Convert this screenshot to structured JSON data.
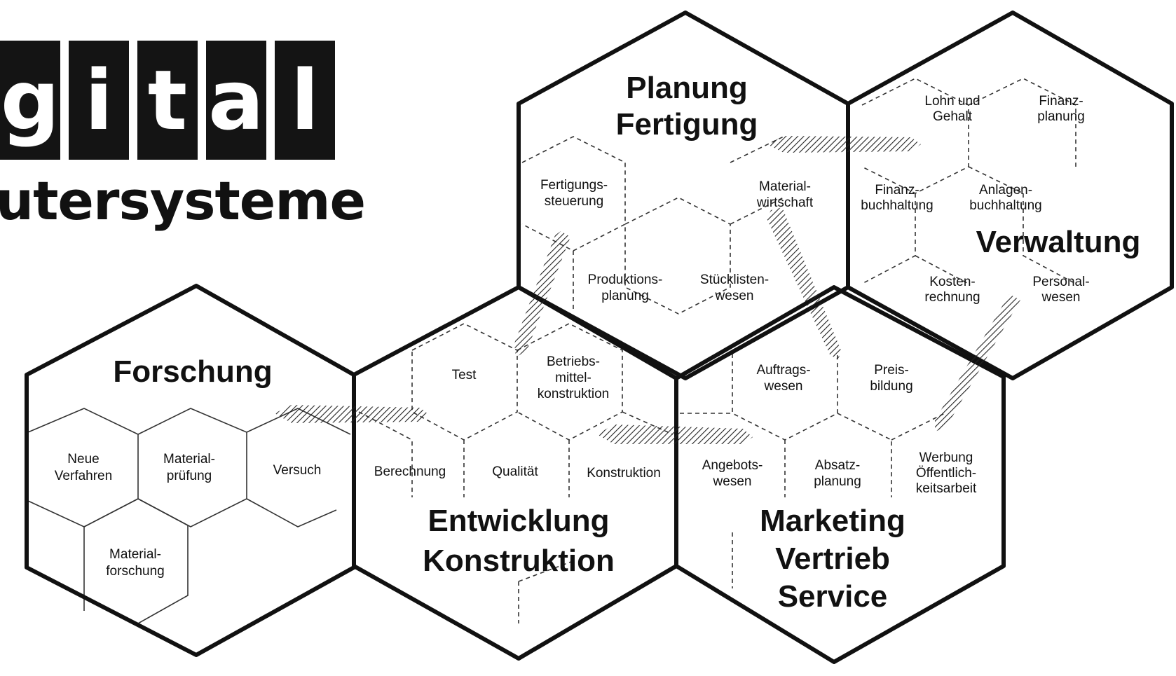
{
  "logo": {
    "letters": [
      "g",
      "i",
      "t",
      "a",
      "l"
    ],
    "tagline": "utersysteme"
  },
  "departments": {
    "forschung": {
      "title": [
        "Forschung"
      ]
    },
    "entwicklung": {
      "title": [
        "Entwicklung",
        "Konstruktion"
      ]
    },
    "planung": {
      "title": [
        "Planung",
        "Fertigung"
      ]
    },
    "verwaltung": {
      "title": [
        "Verwaltung"
      ]
    },
    "marketing": {
      "title": [
        "Marketing",
        "Vertrieb",
        "Service"
      ]
    }
  },
  "functions": {
    "neue_verfahren": [
      "Neue",
      "Verfahren"
    ],
    "materialpruefung": [
      "Material-",
      "prüfung"
    ],
    "versuch": [
      "Versuch"
    ],
    "materialforschung": [
      "Material-",
      "forschung"
    ],
    "test": [
      "Test"
    ],
    "betriebsmittel": [
      "Betriebs-",
      "mittel-",
      "konstruktion"
    ],
    "berechnung": [
      "Berechnung"
    ],
    "qualitaet": [
      "Qualität"
    ],
    "konstruktion": [
      "Konstruktion"
    ],
    "fertigungssteuerung": [
      "Fertigungs-",
      "steuerung"
    ],
    "materialwirtschaft": [
      "Material-",
      "wirtschaft"
    ],
    "produktionsplanung": [
      "Produktions-",
      "planung"
    ],
    "stuecklistenwesen": [
      "Stücklisten-",
      "wesen"
    ],
    "lohn_gehalt": [
      "Lohn und",
      "Gehalt"
    ],
    "finanzplanung": [
      "Finanz-",
      "planung"
    ],
    "finanzbuchhaltung": [
      "Finanz-",
      "buchhaltung"
    ],
    "anlagenbuchhaltung": [
      "Anlagen-",
      "buchhaltung"
    ],
    "kostenrechnung": [
      "Kosten-",
      "rechnung"
    ],
    "personalwesen": [
      "Personal-",
      "wesen"
    ],
    "auftragswesen": [
      "Auftrags-",
      "wesen"
    ],
    "preisbildung": [
      "Preis-",
      "bildung"
    ],
    "angebotswesen": [
      "Angebots-",
      "wesen"
    ],
    "absatzplanung": [
      "Absatz-",
      "planung"
    ],
    "werbung": [
      "Werbung",
      "Öffentlich-",
      "keitsarbeit"
    ]
  },
  "colors": {
    "ink": "#111111",
    "paper": "#ffffff",
    "logo_box": "#141414"
  }
}
